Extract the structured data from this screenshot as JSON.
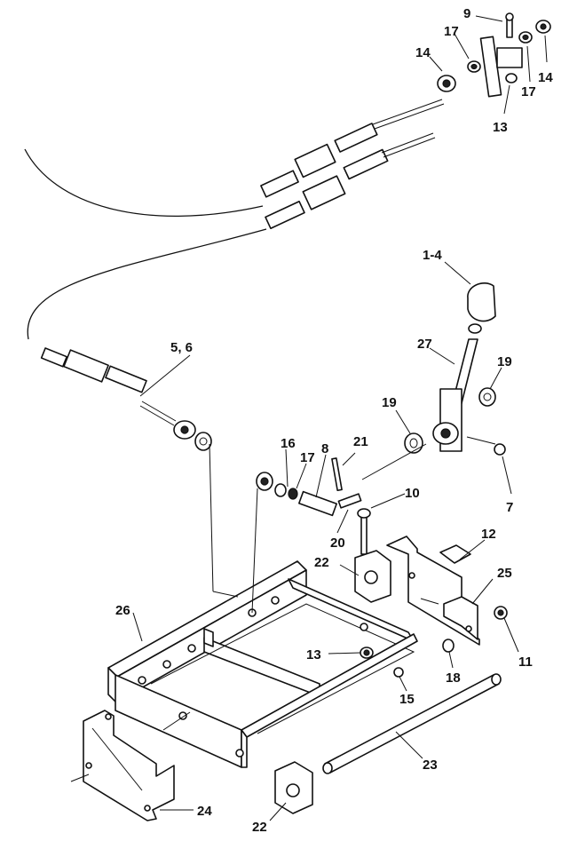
{
  "callouts": {
    "c1_4": "1-4",
    "c5_6": "5, 6",
    "c7": "7",
    "c8": "8",
    "c9": "9",
    "c10": "10",
    "c11": "11",
    "c12": "12",
    "c13a": "13",
    "c13b": "13",
    "c14a": "14",
    "c14b": "14",
    "c15": "15",
    "c16": "16",
    "c17a": "17",
    "c17b": "17",
    "c17c": "17",
    "c18": "18",
    "c19a": "19",
    "c19b": "19",
    "c20": "20",
    "c21": "21",
    "c22a": "22",
    "c22b": "22",
    "c23": "23",
    "c24": "24",
    "c25": "25",
    "c26": "26",
    "c27": "27"
  }
}
